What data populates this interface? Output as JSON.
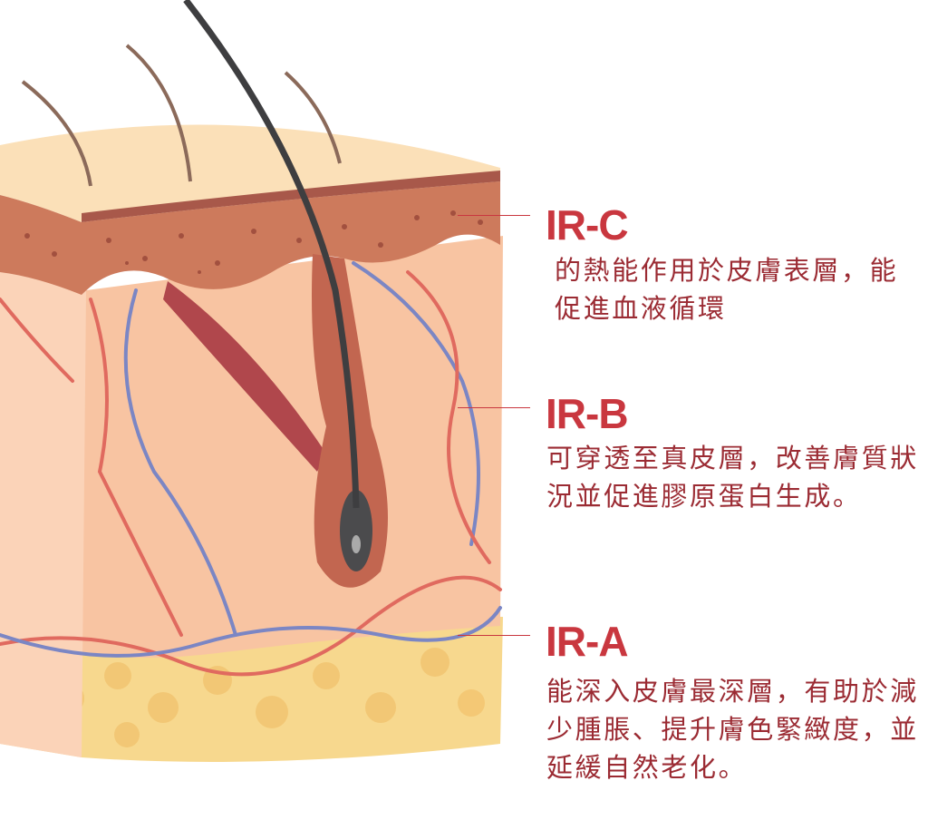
{
  "colors": {
    "accent": "#c9373f",
    "text": "#9b2b33"
  },
  "layers": [
    {
      "id": "ir-c",
      "label": "IR-C",
      "lines": [
        "的熱能作用於皮膚表層，能",
        "促進血液循環"
      ]
    },
    {
      "id": "ir-b",
      "label": "IR-B",
      "lines": [
        "可穿透至真皮層，改善膚質狀",
        "況並促進膠原蛋白生成。"
      ]
    },
    {
      "id": "ir-a",
      "label": "IR-A",
      "lines": [
        "能深入皮膚最深層，有助於減",
        "少腫脹、提升膚色緊緻度，並",
        "延緩自然老化。"
      ]
    }
  ]
}
